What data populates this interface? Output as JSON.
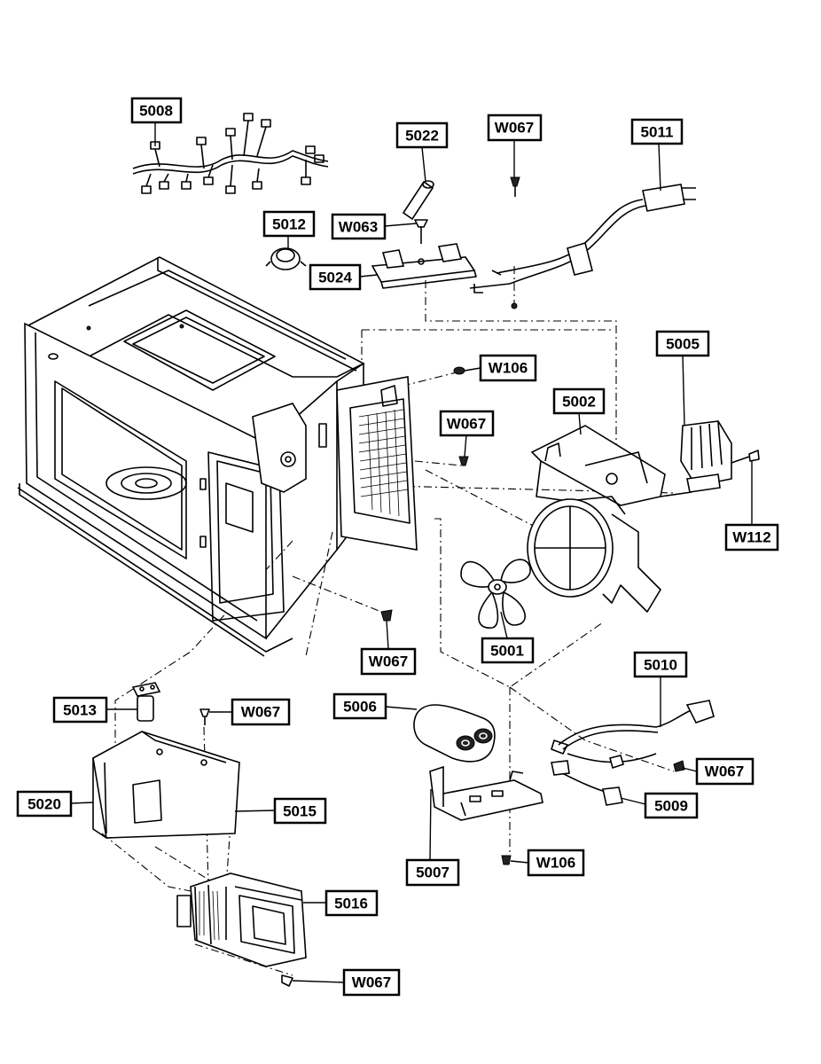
{
  "diagram": {
    "labels": {
      "l5008": "5008",
      "l5022": "5022",
      "lW067a": "W067",
      "l5011": "5011",
      "l5012": "5012",
      "lW063": "W063",
      "l5024": "5024",
      "lW106a": "W106",
      "l5005": "5005",
      "l5002": "5002",
      "lW067b": "W067",
      "lW112": "W112",
      "lW067c": "W067",
      "l5001": "5001",
      "l5010": "5010",
      "l5013": "5013",
      "lW067d": "W067",
      "l5006": "5006",
      "lW067e": "W067",
      "l5020": "5020",
      "l5015": "5015",
      "l5009": "5009",
      "l5007": "5007",
      "lW106b": "W106",
      "l5016": "5016",
      "lW067f": "W067"
    }
  }
}
